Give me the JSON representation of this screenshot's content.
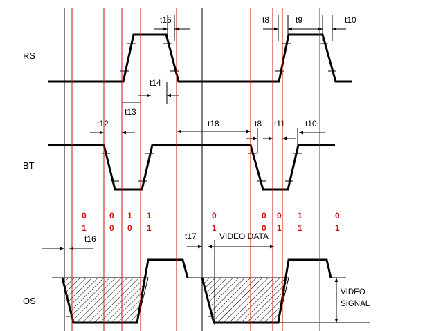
{
  "signals": {
    "rs": "RS",
    "bt": "BT",
    "os": "OS"
  },
  "timing": {
    "t8_a": "t8",
    "t8_b": "t8",
    "t9": "t9",
    "t10_a": "t10",
    "t10_b": "t10",
    "t11": "t11",
    "t12": "t12",
    "t13": "t13",
    "t14": "t14",
    "t15": "t15",
    "t16": "t16",
    "t17": "t17",
    "t18": "t18"
  },
  "labels": {
    "video_data": "VIDEO DATA",
    "video_signal_line1": "VIDEO",
    "video_signal_line2": "SIGNAL"
  },
  "bits": {
    "color": "#cc1111",
    "columns": [
      [
        "0",
        "1"
      ],
      [
        "0",
        "0"
      ],
      [
        "1",
        "0"
      ],
      [
        "1",
        "1"
      ],
      [
        "0",
        "1"
      ],
      [
        "0",
        "0"
      ],
      [
        "0",
        "1"
      ],
      [
        "1",
        "1"
      ],
      [
        "0",
        "1"
      ]
    ]
  }
}
